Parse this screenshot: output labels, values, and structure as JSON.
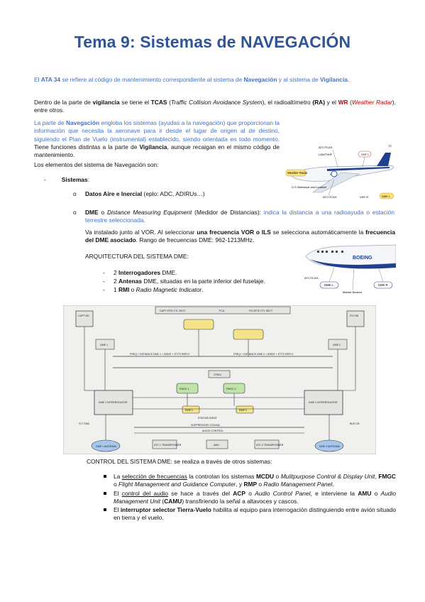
{
  "title": "Tema 9: Sistemas de NAVEGACIÓN",
  "intro": {
    "p1_a": "El ",
    "p1_ata": "ATA 34",
    "p1_b": " se refiere al código de mantenimiento correspondiente al sistema de ",
    "p1_nav": "Navegación",
    "p1_c": " y al sistema de ",
    "p1_vig": "Vigilancia",
    "p1_d": "."
  },
  "vigilancia": {
    "a": "Dentro de la parte de ",
    "b": "vigilancia",
    "c": " se tiene el ",
    "d": "TCAS",
    "e": " (",
    "f": "Traffic Collision Avoidance System",
    "g": "), el radioaltímetro ",
    "h": "(RA)",
    "i": " y el ",
    "j": "WR",
    "k": " (",
    "l": "Weather Radar",
    "m": "), entre otros."
  },
  "navegacion": {
    "a": "La parte de ",
    "b": "Navegación",
    "c": " engloba los sistemas (ayudas a la navegación) que proporcionan la información que necesita la aeronave para ir desde el lugar de origen al de destino, siguiendo el Plan de Vuelo (instrumental) establecido, siendo orientada en todo momento.",
    "d": " Tiene funciones distintas a la parte de ",
    "e": "Vigilancia",
    "f": ", aunque recaigan en el mismo código de mantenimiento."
  },
  "elementos": "Los elementos del sistema de Navegación son:",
  "sistemas": {
    "dash": "-",
    "label": "Sistemas",
    "colon": ":"
  },
  "datos_aire": {
    "bullet": "o",
    "b": "Datos Aire e Inercial",
    "rest": " (eplo: ADC, ADIRUs…)"
  },
  "dme": {
    "bullet": "o",
    "a": "DME",
    "b": " o ",
    "c": "Distance Measuring Equipment",
    "d": " (Medidor de Distancias): ",
    "e": "indica la distancia a una radioayuda o estación terrestre seleccionada.",
    "p2_a": "Va instalado junto al VOR. Al seleccionar ",
    "p2_b": "una frecuencia VOR o ILS",
    "p2_c": " se selecciona automáticamente la ",
    "p2_d": "frecuencia del DME asociado",
    "p2_e": ". Rango de frecuencias DME: 962-1213MHz."
  },
  "arquitectura": {
    "title": "ARQUITECTURA DEL SISTEMA DME:",
    "items": [
      {
        "a": "2 ",
        "b": "Interrogadores",
        "c": " DME.",
        "d": ""
      },
      {
        "a": "2 ",
        "b": "Antenas",
        "c": " DME, situadas en la parte inferior del fuselaje.",
        "d": ""
      },
      {
        "a": "1 ",
        "b": "RMI",
        "c": " o ",
        "d": "Radio Magnetic Indicator"
      }
    ]
  },
  "control": {
    "title": "CONTROL DEL SISTEMA DME: se realiza a través de otros sistemas:",
    "i1": {
      "a": "La ",
      "b": "selección de frecuencias",
      "c": " la controlan los sistemas ",
      "d": "MCDU",
      "e": " o ",
      "f": "Mulitpurpose Control & Display Unit",
      "g": ", ",
      "h": "FMGC",
      "i": " o ",
      "j": "Flight Management and Guidance Computer",
      "k": ", y ",
      "l": "RMP",
      "m": " o ",
      "n": "Radio Management Panel",
      "o": "."
    },
    "i2": {
      "a": "El ",
      "b": "control del audio",
      "c": " se hace a través del ",
      "d": "ACP",
      "e": " o ",
      "f": "Audio Control Panel",
      "g": ", e interviene la ",
      "h": "AMU",
      "i": " o ",
      "j": "Audio Management Unit",
      "k": " (",
      "l": "CAMU",
      "m": ") transfiriendo la señal a altavoces y cascos."
    },
    "i3": {
      "a": "El ",
      "b": "interruptor selector Tierra-Vuelo",
      "c": " habilita al equipo para interrogación distinguiendo entre avión situado en tierra y el vuelo."
    }
  },
  "plane1": {
    "weather_radar": "Weather Radar",
    "gs": "G.S Glideslope and Localizer",
    "atc_tcas": "ATC/TCAS",
    "lan_tvhf": "LAN/TVHF",
    "vhf_l": "VHF L",
    "tc": "TC",
    "atc_tcas_b": "ATC/TCAS",
    "vhf_r": "VHF R",
    "dme_l": "DME L",
    "colors": {
      "sky": "#cfe0f2",
      "fuselage": "#f4f6f9",
      "stripe": "#1f3f8f",
      "tag": "#ffe27a"
    }
  },
  "plane2": {
    "boeing": "BOEING",
    "atc_tcas": "ATC/TCAS",
    "dme_l": "DME L",
    "dme_r": "DME R",
    "marker": "Marker Beacon"
  },
  "diagram": {
    "capt_nd": "CAPT ND",
    "fo_nd": "F/O ND",
    "capt_efis": "CAPT EFIS CTL SECT",
    "fcu": "FCU",
    "fo_efis": "F/O EFIS CTL SECT",
    "dme1": "DME 1",
    "dme2": "DME 2",
    "freq_dist": "FREQ + DISTANCE DME 1 + IDENT + ETTS REPLY",
    "freq_dist2": "FREQ + DISTANCE DME 2 + IDENT + ETTS REPLY",
    "cfdiu": "CFDIU",
    "fmgc1": "FMGC 1",
    "fmgc2": "FMGC 2",
    "interrog1": "DME 1 INTERROGATOR",
    "interrog2": "DME 2 INTERROGATOR",
    "rmp1": "RMP 1",
    "rmp2": "RMP 2",
    "station_ident": "STATION IDENT",
    "suppressor": "SUPPRESSOR COAXIAL",
    "audio_cont": "AUDIO CONTROL",
    "antenna1": "DME 1 ANTENNA",
    "antenna2": "DME 2 ANTENNA",
    "atc1": "ATC 1 TRANSPONDER",
    "atc2": "ATC 2 TRANSPONDER",
    "amu": "AMU",
    "flt_gnd": "FLT GND",
    "bus_cb": "BUS CB",
    "colors": {
      "bg": "#f0f0ee",
      "box": "#e4e4e2",
      "line": "#3a3a3a",
      "yellow": "#f5e38a",
      "green": "#bfe3a8",
      "blue": "#a9c7ec"
    }
  }
}
